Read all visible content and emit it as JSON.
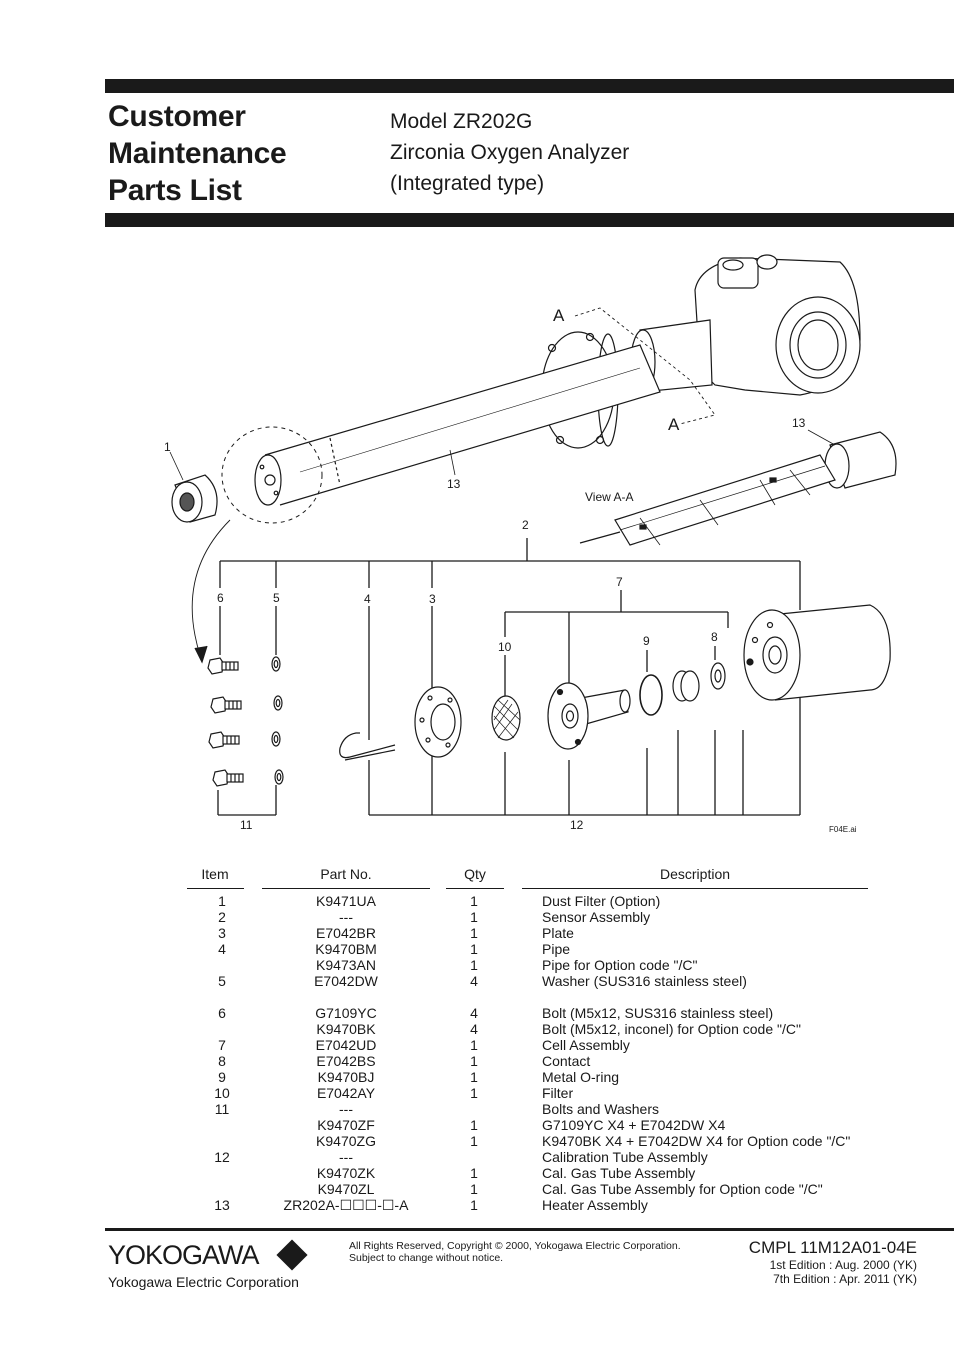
{
  "header": {
    "title_lines": [
      "Customer",
      "Maintenance",
      "Parts List"
    ],
    "model_lines": [
      "Model ZR202G",
      "Zirconia Oxygen Analyzer",
      "(Integrated type)"
    ]
  },
  "figure": {
    "view_label": "View A-A",
    "section_marker": "A",
    "file_ref": "F04E.ai",
    "callouts": [
      "1",
      "2",
      "3",
      "4",
      "5",
      "6",
      "7",
      "8",
      "9",
      "10",
      "11",
      "12",
      "13"
    ]
  },
  "table": {
    "headers": {
      "item": "Item",
      "part": "Part No.",
      "qty": "Qty",
      "desc": "Description"
    },
    "rows": [
      {
        "item": "1",
        "part": "K9471UA",
        "qty": "1",
        "desc": "Dust Filter (Option)"
      },
      {
        "item": "2",
        "part": "---",
        "qty": "1",
        "desc": "Sensor Assembly"
      },
      {
        "item": "3",
        "part": "E7042BR",
        "qty": "1",
        "desc": "Plate"
      },
      {
        "item": "4",
        "part": "K9470BM",
        "qty": "1",
        "desc": "Pipe"
      },
      {
        "item": "",
        "part": "K9473AN",
        "qty": "1",
        "desc": "Pipe for Option code \"/C\""
      },
      {
        "item": "5",
        "part": "E7042DW",
        "qty": "4",
        "desc": "Washer (SUS316 stainless steel)"
      },
      {
        "item": "",
        "part": "",
        "qty": "",
        "desc": ""
      },
      {
        "item": "6",
        "part": "G7109YC",
        "qty": "4",
        "desc": "Bolt (M5x12, SUS316 stainless steel)"
      },
      {
        "item": "",
        "part": "K9470BK",
        "qty": "4",
        "desc": "Bolt (M5x12, inconel) for Option code \"/C\""
      },
      {
        "item": "7",
        "part": "E7042UD",
        "qty": "1",
        "desc": "Cell Assembly"
      },
      {
        "item": "8",
        "part": "E7042BS",
        "qty": "1",
        "desc": "Contact"
      },
      {
        "item": "9",
        "part": "K9470BJ",
        "qty": "1",
        "desc": "Metal O-ring"
      },
      {
        "item": "10",
        "part": "E7042AY",
        "qty": "1",
        "desc": "Filter"
      },
      {
        "item": "11",
        "part": "---",
        "qty": "",
        "desc": "Bolts and Washers"
      },
      {
        "item": "",
        "part": "K9470ZF",
        "qty": "1",
        "desc": "G7109YC X4 + E7042DW X4"
      },
      {
        "item": "",
        "part": "K9470ZG",
        "qty": "1",
        "desc": "K9470BK X4 + E7042DW X4 for Option code \"/C\""
      },
      {
        "item": "12",
        "part": "---",
        "qty": "",
        "desc": "Calibration Tube Assembly"
      },
      {
        "item": "",
        "part": "K9470ZK",
        "qty": "1",
        "desc": "Cal. Gas Tube Assembly"
      },
      {
        "item": "",
        "part": "K9470ZL",
        "qty": "1",
        "desc": "Cal. Gas Tube Assembly for Option code \"/C\""
      },
      {
        "item": "13",
        "part": "ZR202A-☐☐☐-☐-A",
        "qty": "1",
        "desc": "Heater Assembly"
      }
    ]
  },
  "footer": {
    "brand": "YOKOGAWA",
    "brand_sub": "Yokogawa Electric Corporation",
    "rights_lines": [
      "All Rights Reserved, Copyright © 2000, Yokogawa Electric Corporation.",
      "Subject to change without notice."
    ],
    "doc_number": "CMPL 11M12A01-04E",
    "edition_lines": [
      "1st Edition : Aug. 2000 (YK)",
      "7th Edition : Apr. 2011 (YK)"
    ]
  }
}
